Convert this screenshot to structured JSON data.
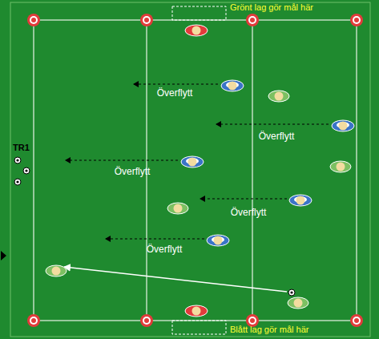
{
  "diagram": {
    "labels": [
      "Grönt lag gör mål här",
      "TR1",
      "Överflytt",
      "Överflytt",
      "Överflytt",
      "Överflytt",
      "Överflytt",
      "Blått lag gör mål här"
    ]
  }
}
